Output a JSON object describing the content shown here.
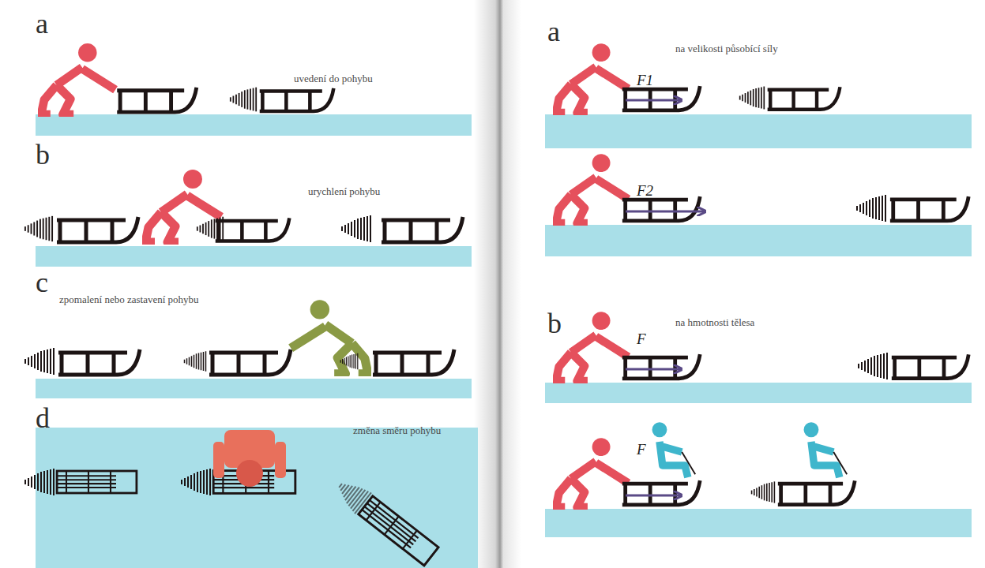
{
  "diagram": {
    "labels": [
      "a",
      "uvedení do pohybu",
      "b",
      "urychlení pohybu",
      "c",
      "zpomalení nebo zastavení pohybu",
      "d",
      "změna směru pohybu",
      "a",
      "na velikosti působící síly",
      "F1",
      "F2",
      "b",
      "na hmotnosti tělesa",
      "F",
      "F"
    ]
  }
}
